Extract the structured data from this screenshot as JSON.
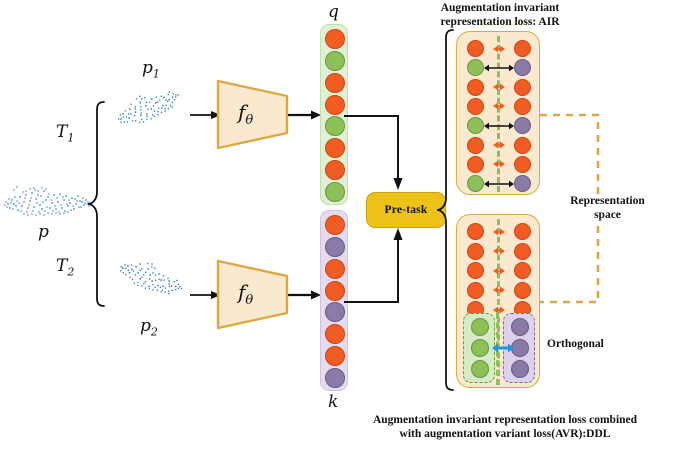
{
  "figure": {
    "type": "contrastive-learning-pipeline-diagram",
    "top_caption": "Augmentation invariant\nrepresentation loss: AIR",
    "top_caption_line1": "Augmentation invariant",
    "top_caption_line2": "representation loss: AIR",
    "bottom_caption_line1": "Augmentation  invariant representation loss combined",
    "bottom_caption_line2": "with augmentation variant loss(AVR):DDL",
    "representation_space_line1": "Representation",
    "representation_space_line2": "space",
    "orthogonal_label": "Orthogonal"
  },
  "inputs": {
    "source_label": "p",
    "branch1": {
      "transform_label": "T",
      "transform_sub": "1",
      "cloud_label": "p",
      "cloud_sub": "1"
    },
    "branch2": {
      "transform_label": "T",
      "transform_sub": "2",
      "cloud_label": "p",
      "cloud_sub": "2"
    }
  },
  "encoders": [
    {
      "label": "f",
      "sub": "θ",
      "name": "encoder-top"
    },
    {
      "label": "f",
      "sub": "θ",
      "name": "encoder-bottom"
    }
  ],
  "vectors": {
    "q": {
      "label": "q",
      "colors": [
        "orange",
        "green",
        "orange",
        "orange",
        "green",
        "orange",
        "orange",
        "green"
      ]
    },
    "k": {
      "label": "k",
      "colors": [
        "orange",
        "purple",
        "orange",
        "orange",
        "purple",
        "orange",
        "orange",
        "purple"
      ]
    }
  },
  "pretask": {
    "label": "Pre-task"
  },
  "panel_air": {
    "rows": [
      {
        "left": "orange",
        "right": "orange",
        "arrow": "orange-short"
      },
      {
        "left": "green",
        "right": "purple",
        "arrow": "black-long"
      },
      {
        "left": "orange",
        "right": "orange",
        "arrow": "orange-short"
      },
      {
        "left": "orange",
        "right": "orange",
        "arrow": "orange-short"
      },
      {
        "left": "green",
        "right": "purple",
        "arrow": "black-long"
      },
      {
        "left": "orange",
        "right": "orange",
        "arrow": "orange-short"
      },
      {
        "left": "orange",
        "right": "orange",
        "arrow": "orange-short"
      },
      {
        "left": "green",
        "right": "purple",
        "arrow": "black-long"
      }
    ]
  },
  "panel_ddl": {
    "rows": [
      {
        "left": "orange",
        "right": "orange",
        "arrow": "orange-short"
      },
      {
        "left": "orange",
        "right": "orange",
        "arrow": "orange-short"
      },
      {
        "left": "orange",
        "right": "orange",
        "arrow": "orange-short"
      },
      {
        "left": "orange",
        "right": "orange",
        "arrow": "orange-short"
      },
      {
        "left": "orange",
        "right": "orange",
        "arrow": "orange-short"
      }
    ],
    "green_group": [
      "green",
      "green",
      "green"
    ],
    "purple_group": [
      "purple",
      "purple",
      "purple"
    ],
    "group_arrow": "blue-double"
  },
  "colors": {
    "orange": "#f15c22",
    "green": "#8dc059",
    "purple": "#8a7aa8",
    "panel_fill": "#fbe9cf",
    "panel_border": "#dba93f",
    "pretask_fill": "#edc218",
    "encoder_fill": "#fbe9cf",
    "encoder_border": "#dba93f",
    "q_box": "#dff0d3",
    "k_box": "#e4dcee",
    "point_cloud": "#3d86c6",
    "blue_arrow": "#2196dd",
    "dashed_connector": "#dba93f"
  }
}
